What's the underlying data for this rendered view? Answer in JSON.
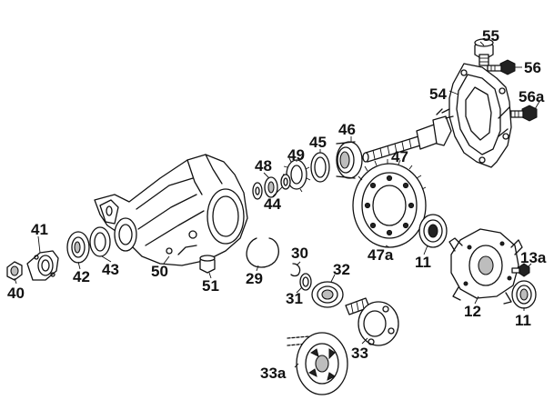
{
  "callouts": {
    "p55": "55",
    "p56": "56",
    "p54": "54",
    "p56a": "56a",
    "p46": "46",
    "p45": "45",
    "p49": "49",
    "p48": "48",
    "p44": "44",
    "p47": "47",
    "p41": "41",
    "p40": "40",
    "p42": "42",
    "p43": "43",
    "p50": "50",
    "p51": "51",
    "p29": "29",
    "p30": "30",
    "p31": "31",
    "p32": "32",
    "p47a": "47a",
    "p11a": "11",
    "p11b": "11",
    "p12": "12",
    "p13a": "13a",
    "p33": "33",
    "p33a": "33a"
  }
}
